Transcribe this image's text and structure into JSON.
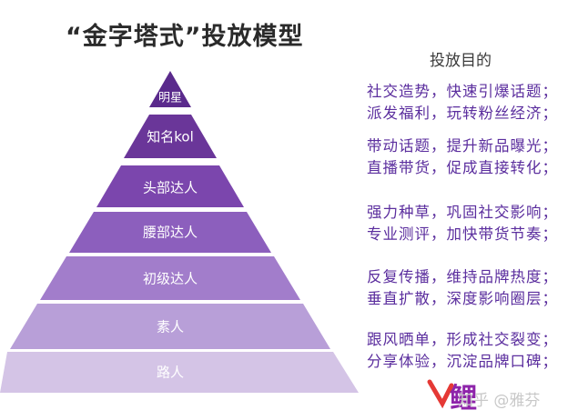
{
  "title": "“金字塔式”投放模型",
  "pyramid": {
    "tiers": [
      {
        "label": "明星",
        "color": "#5a2a8c"
      },
      {
        "label": "知名kol",
        "color": "#6a3699"
      },
      {
        "label": "头部达人",
        "color": "#7b46ad"
      },
      {
        "label": "腰部达人",
        "color": "#8c5fbd"
      },
      {
        "label": "初级达人",
        "color": "#a27dcb"
      },
      {
        "label": "素人",
        "color": "#b89fd8"
      },
      {
        "label": "路人",
        "color": "#d4c4e6"
      }
    ]
  },
  "purposes": {
    "header": "投放目的",
    "groups": [
      {
        "lines": [
          "社交造势，快速引爆话题；",
          "派发福利，玩转粉丝经济；"
        ]
      },
      {
        "lines": [
          "带动话题，提升新品曝光；",
          "直播带货，促成直接转化；"
        ]
      },
      {
        "lines": [
          "强力种草，巩固社交影响；",
          "专业测评，加快带货节奏；"
        ]
      },
      {
        "lines": [
          "反复传播，维持品牌热度；",
          "垂直扩散，深度影响圈层；"
        ]
      },
      {
        "lines": [
          "跟风晒单，形成社交裂变；",
          "分享体验，沉淀品牌口碑；"
        ]
      }
    ]
  },
  "watermark": {
    "text": "知乎 @雅芬",
    "logo_text": "鲤"
  }
}
